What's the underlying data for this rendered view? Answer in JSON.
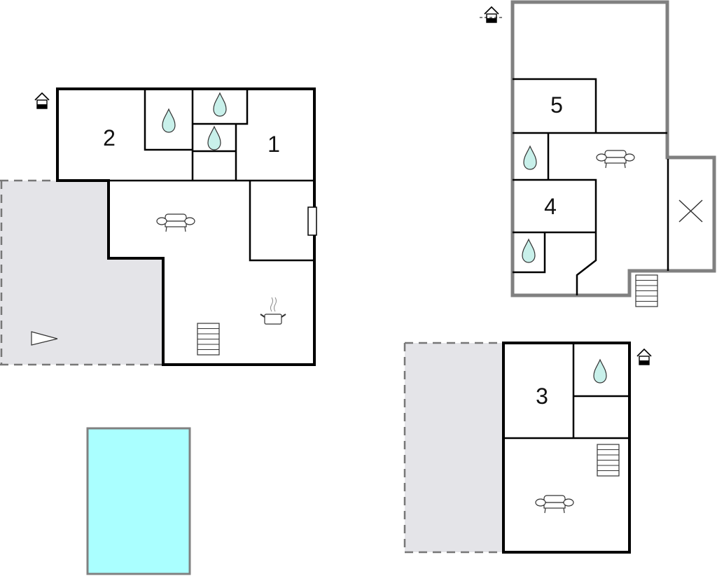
{
  "plan": {
    "rooms": [
      {
        "label": "1"
      },
      {
        "label": "2"
      },
      {
        "label": "3"
      },
      {
        "label": "4"
      },
      {
        "label": "5"
      }
    ],
    "colors": {
      "pool": "#aaffff",
      "terrace": "#e4e4e8",
      "water_drop": "#c8f0ea",
      "upper_floor_wall": "#808080"
    },
    "icons": [
      "house-entrance-icon",
      "water-drop-icon",
      "sofa-icon",
      "cooking-pot-icon",
      "stairs-icon",
      "window-icon",
      "sun-direction-icon",
      "void-cross-icon"
    ]
  }
}
